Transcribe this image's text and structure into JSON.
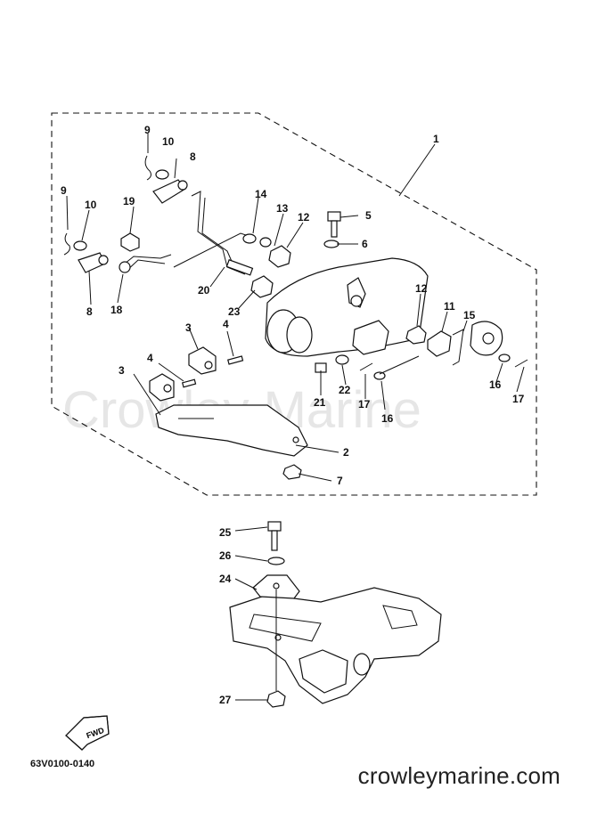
{
  "watermark": "Crowley Marine",
  "footer": {
    "diagram_code": "63V0100-0140",
    "brand": "crowleymarine.com"
  },
  "fwd_label": "FWD",
  "callouts": {
    "c1": "1",
    "c2": "2",
    "c3a": "3",
    "c3b": "3",
    "c4a": "4",
    "c4b": "4",
    "c5": "5",
    "c6": "6",
    "c7": "7",
    "c8a": "8",
    "c8b": "8",
    "c9a": "9",
    "c9b": "9",
    "c10a": "10",
    "c10b": "10",
    "c11": "11",
    "c12a": "12",
    "c12b": "12",
    "c13": "13",
    "c14": "14",
    "c15": "15",
    "c16a": "16",
    "c16b": "16",
    "c17a": "17",
    "c17b": "17",
    "c18": "18",
    "c19": "19",
    "c20": "20",
    "c21": "21",
    "c22": "22",
    "c23": "23",
    "c24": "24",
    "c25": "25",
    "c26": "26",
    "c27": "27"
  }
}
